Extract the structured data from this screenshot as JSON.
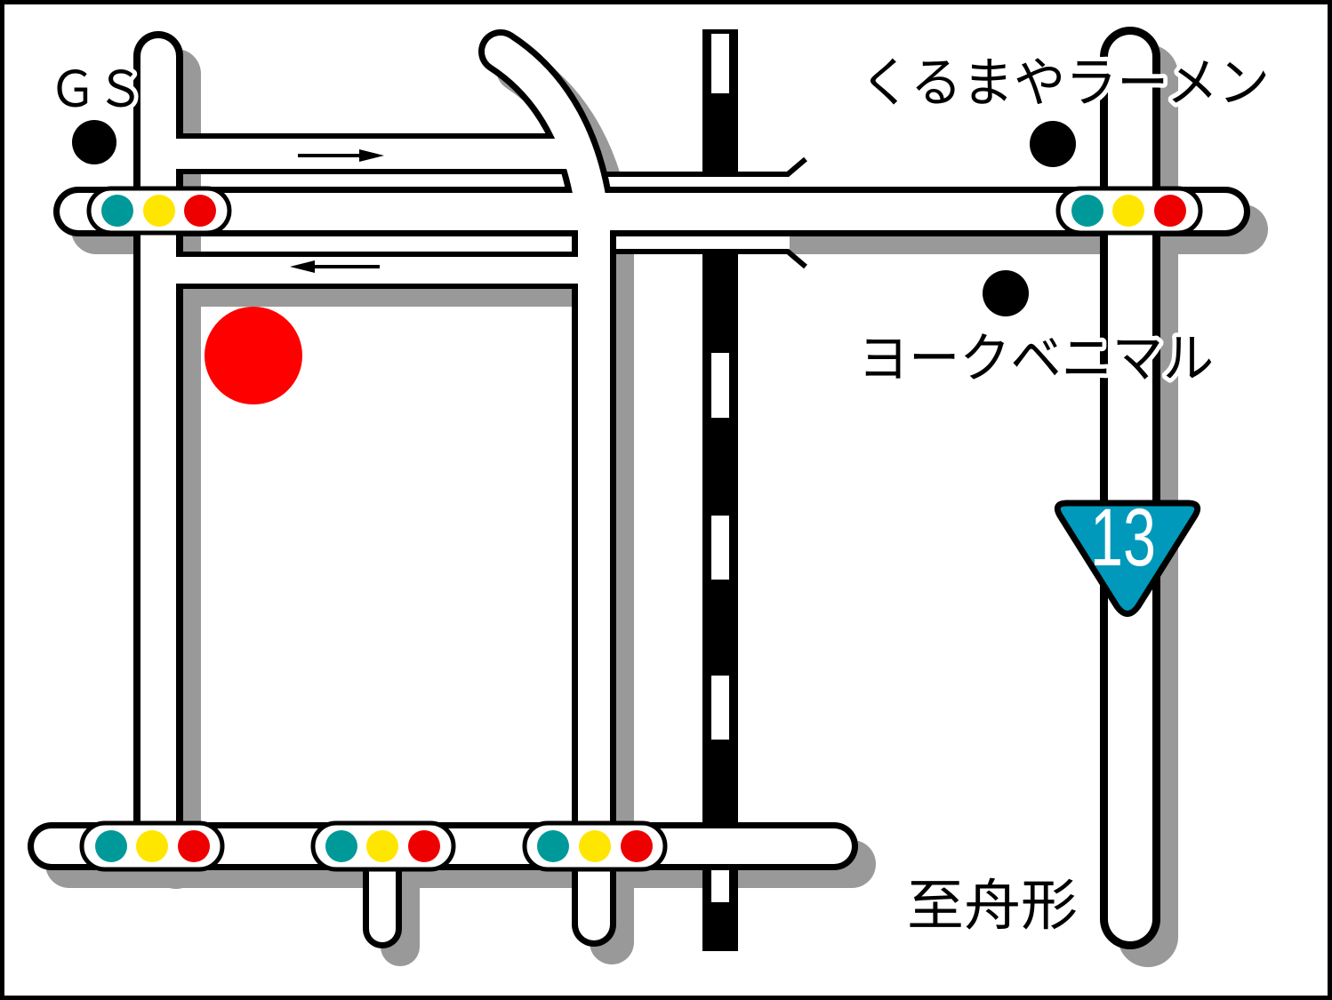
{
  "map": {
    "labels": {
      "gas_station": "ＧＳ",
      "ramen_shop": "くるまやラーメン",
      "supermarket": "ヨークベニマル",
      "direction": "至舟形"
    },
    "route_shield": {
      "number": "13",
      "fill": "#0099BB",
      "text_color": "#FFFFFF"
    },
    "signal_colors": {
      "green": "#009999",
      "yellow": "#FFE600",
      "red": "#EE0000"
    },
    "destination_marker_color": "#FF0000",
    "landmark_dot_color": "#000000",
    "road_shadow_color": "#999999"
  }
}
